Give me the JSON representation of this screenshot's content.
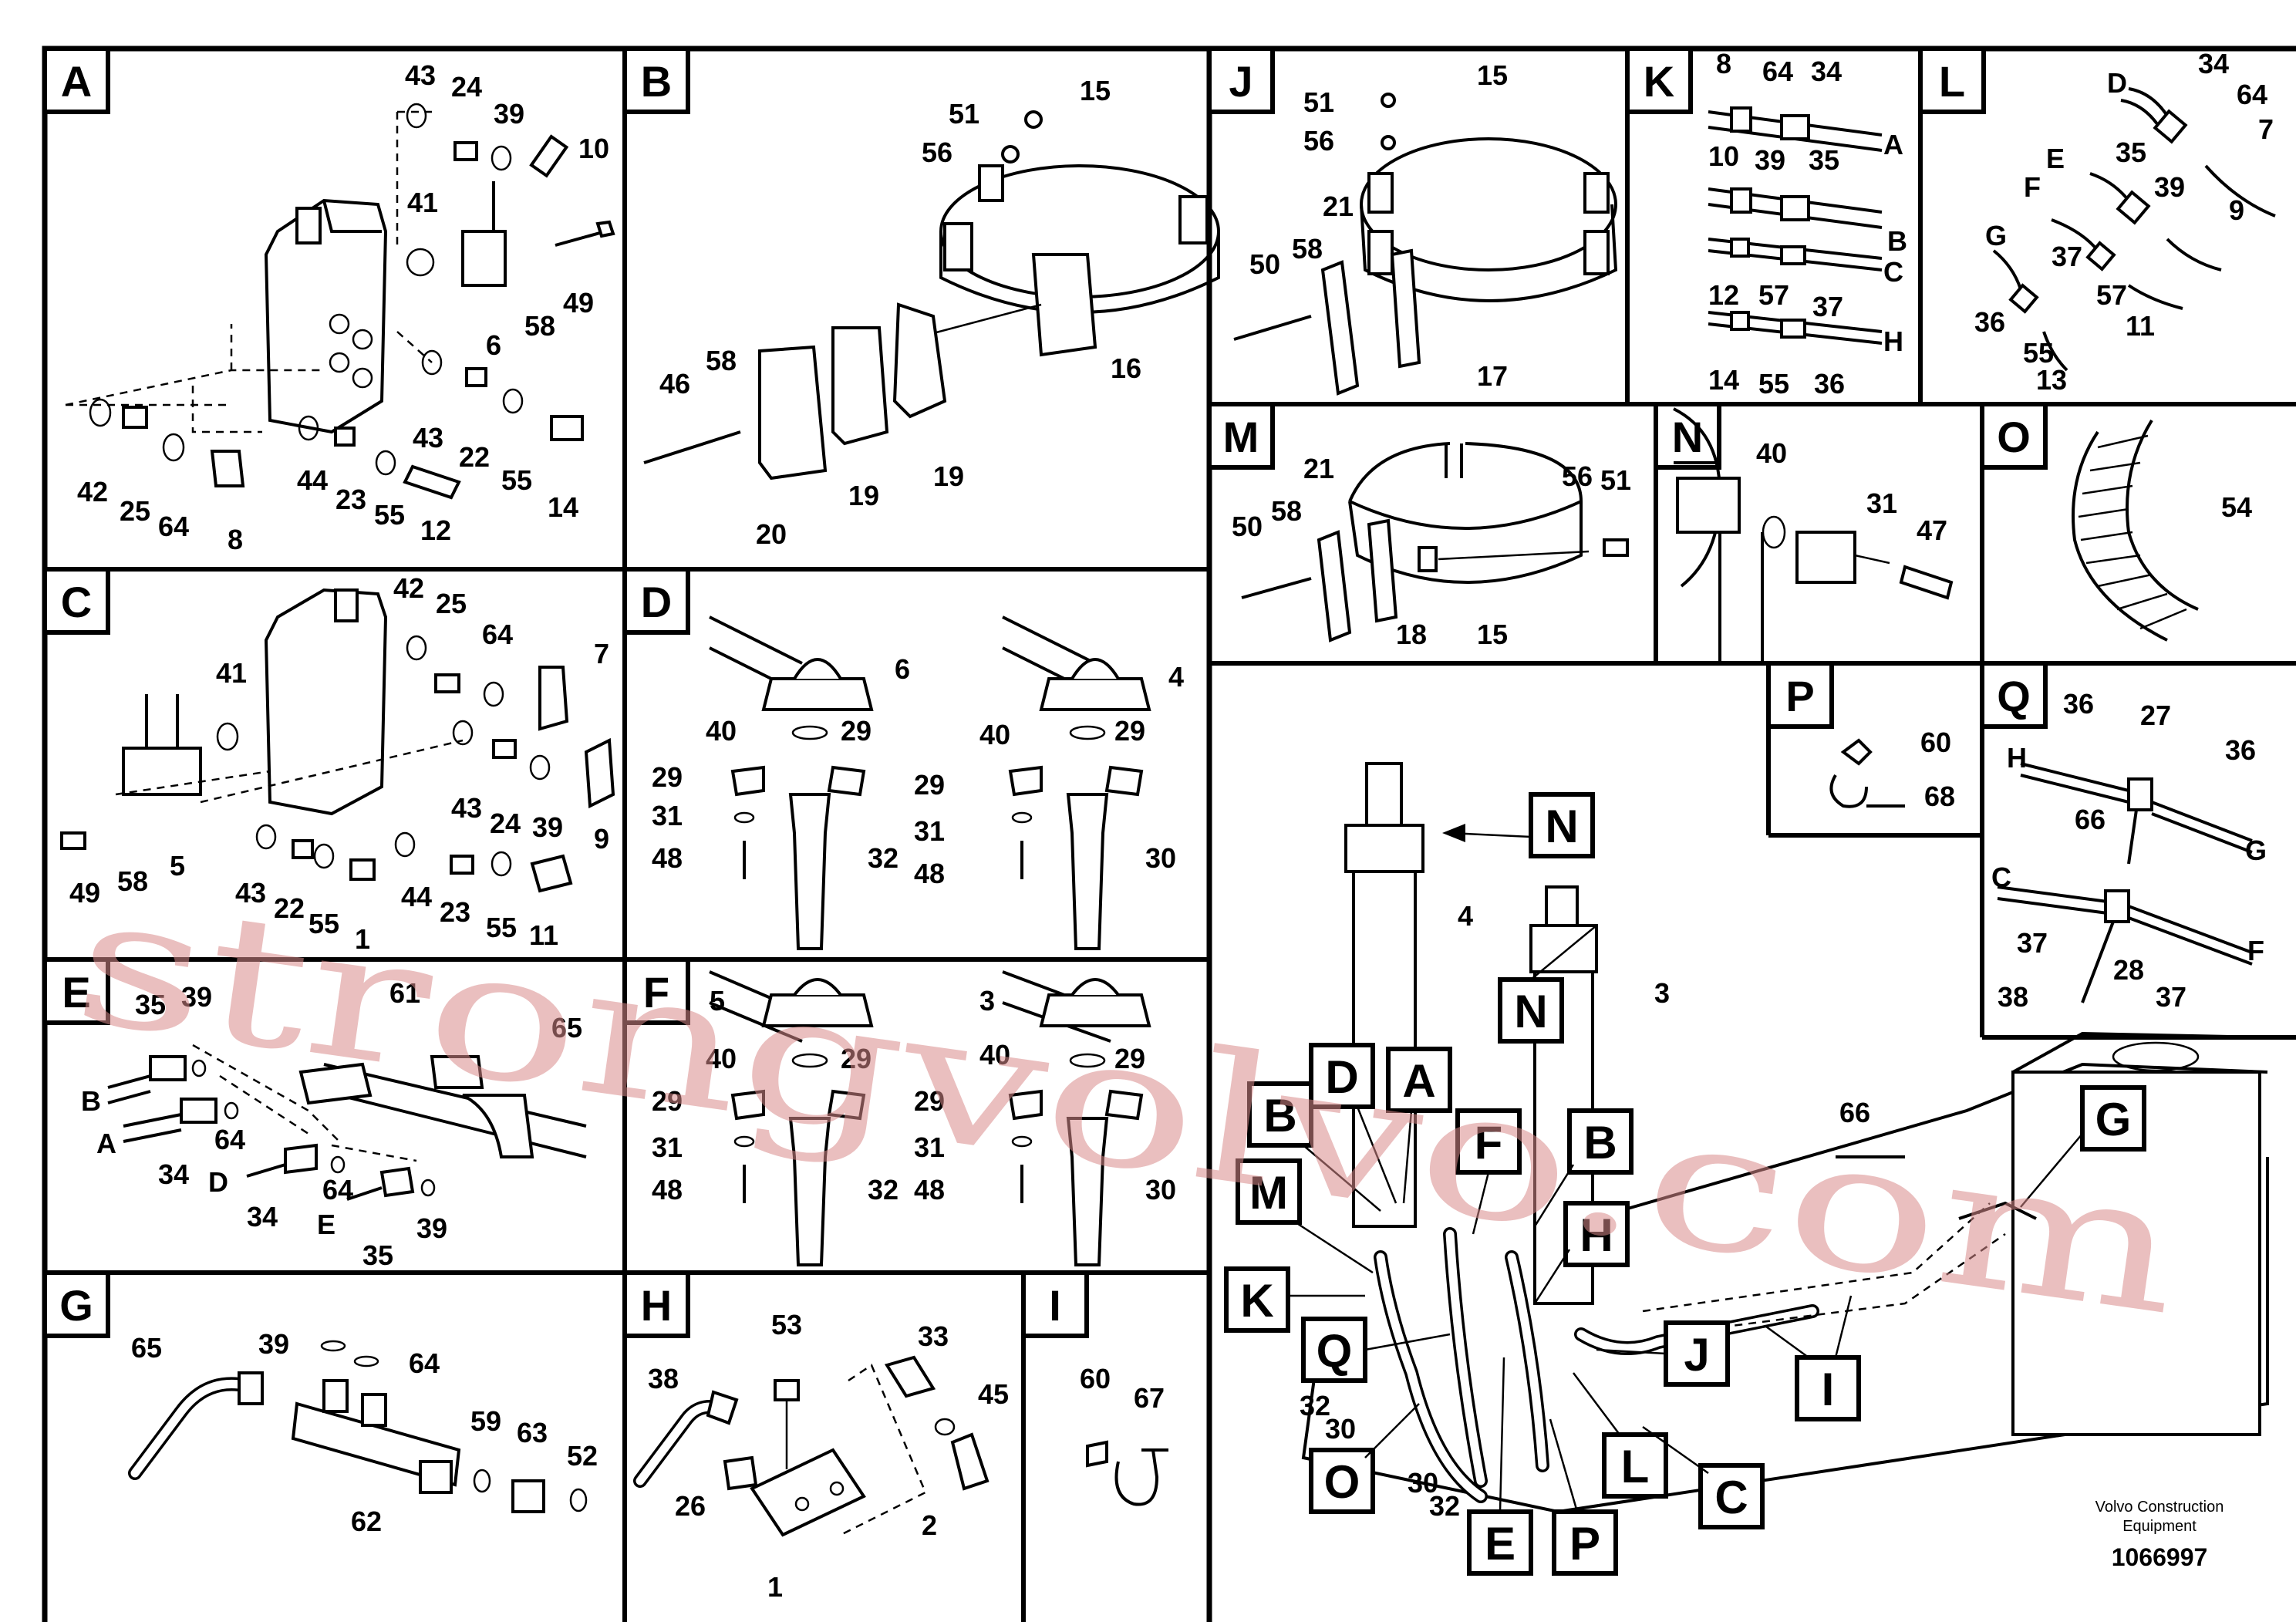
{
  "sections": {
    "A": {
      "label": "A",
      "parts": [
        "43",
        "24",
        "39",
        "10",
        "41",
        "6",
        "58",
        "49",
        "42",
        "25",
        "64",
        "8",
        "44",
        "23",
        "55",
        "12",
        "43",
        "22",
        "55",
        "14"
      ]
    },
    "B": {
      "label": "B",
      "parts": [
        "51",
        "15",
        "56",
        "16",
        "46",
        "58",
        "20",
        "19",
        "19"
      ]
    },
    "C": {
      "label": "C",
      "parts": [
        "42",
        "25",
        "64",
        "41",
        "7",
        "43",
        "24",
        "39",
        "9",
        "49",
        "58",
        "5",
        "43",
        "22",
        "55",
        "1",
        "44",
        "23",
        "55",
        "11"
      ]
    },
    "D": {
      "label": "D",
      "parts": [
        "6",
        "4",
        "40",
        "29",
        "40",
        "29",
        "29",
        "29",
        "31",
        "31",
        "48",
        "32",
        "48",
        "30"
      ]
    },
    "E": {
      "label": "E",
      "parts": [
        "35",
        "39",
        "61",
        "65",
        "B",
        "A",
        "64",
        "34",
        "D",
        "64",
        "34",
        "E",
        "39",
        "35"
      ]
    },
    "F": {
      "label": "F",
      "parts": [
        "5",
        "3",
        "40",
        "29",
        "40",
        "29",
        "29",
        "29",
        "31",
        "31",
        "48",
        "32",
        "48",
        "30"
      ]
    },
    "G": {
      "label": "G",
      "parts": [
        "65",
        "39",
        "64",
        "59",
        "63",
        "52",
        "62"
      ]
    },
    "H": {
      "label": "H",
      "parts": [
        "53",
        "33",
        "38",
        "45",
        "26",
        "2",
        "1"
      ]
    },
    "I": {
      "label": "I",
      "parts": [
        "60",
        "67"
      ]
    },
    "J": {
      "label": "J",
      "parts": [
        "51",
        "15",
        "56",
        "21",
        "50",
        "58",
        "17"
      ]
    },
    "K": {
      "label": "K",
      "parts": [
        "8",
        "64",
        "34",
        "A",
        "10",
        "39",
        "35",
        "B",
        "C",
        "12",
        "57",
        "37",
        "H",
        "14",
        "55",
        "36"
      ]
    },
    "L": {
      "label": "L",
      "parts": [
        "D",
        "34",
        "64",
        "7",
        "E",
        "35",
        "F",
        "39",
        "9",
        "G",
        "37",
        "57",
        "36",
        "11",
        "55",
        "13"
      ]
    },
    "M": {
      "label": "M",
      "parts": [
        "21",
        "56",
        "51",
        "50",
        "58",
        "18",
        "15"
      ]
    },
    "N": {
      "label": "N",
      "parts": [
        "40",
        "31",
        "47"
      ]
    },
    "O": {
      "label": "O",
      "parts": [
        "54"
      ]
    },
    "P": {
      "label": "P",
      "parts": [
        "60",
        "68"
      ]
    },
    "Q": {
      "label": "Q",
      "parts": [
        "36",
        "27",
        "H",
        "36",
        "66",
        "G",
        "C",
        "F",
        "37",
        "28",
        "38",
        "37"
      ]
    }
  },
  "main": {
    "callouts": [
      "N",
      "N",
      "4",
      "3",
      "D",
      "A",
      "B",
      "M",
      "F",
      "B",
      "H",
      "K",
      "Q",
      "J",
      "32",
      "30",
      "O",
      "30",
      "32",
      "E",
      "P",
      "L",
      "C",
      "66",
      "G",
      "I"
    ]
  },
  "footer": {
    "brand_line1": "Volvo Construction",
    "brand_line2": "Equipment",
    "ref": "1066997"
  },
  "watermark": "strongvolvo.com"
}
